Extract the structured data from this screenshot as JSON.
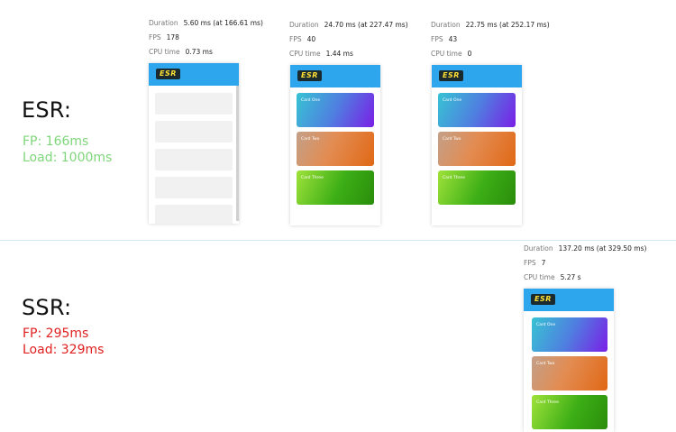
{
  "esr": {
    "title": "ESR:",
    "fp": "FP: 166ms",
    "load": "Load: 1000ms",
    "color": "#7ed67a"
  },
  "ssr": {
    "title": "SSR:",
    "fp": "FP: 295ms",
    "load": "Load: 329ms",
    "color": "#e02020"
  },
  "stat_labels": {
    "duration": "Duration",
    "fps": "FPS",
    "cpu": "CPU time"
  },
  "frames": [
    {
      "duration": "5.60 ms (at 166.61 ms)",
      "fps": "178",
      "cpu": "0.73 ms",
      "state": "skeleton"
    },
    {
      "duration": "24.70 ms (at 227.47 ms)",
      "fps": "40",
      "cpu": "1.44 ms",
      "state": "cards"
    },
    {
      "duration": "22.75 ms (at 252.17 ms)",
      "fps": "43",
      "cpu": "0",
      "state": "cards"
    },
    {
      "duration": "137.20 ms (at 329.50 ms)",
      "fps": "7",
      "cpu": "5.27 s",
      "state": "cards"
    }
  ],
  "app": {
    "logo": "ESR",
    "bar_color": "#2ea6ee",
    "cards": [
      "Card One",
      "Card Two",
      "Card Three"
    ]
  }
}
